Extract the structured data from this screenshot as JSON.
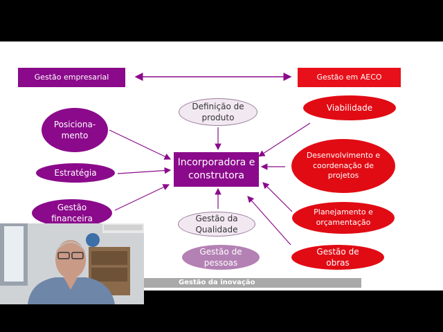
{
  "diagram": {
    "left_header": "Gestão empresarial",
    "right_header": "Gestão em AECO",
    "center": "Incorporadora e construtora",
    "top_node": "Definição de produto",
    "left_nodes": {
      "posicionamento": "Posiciona-mento",
      "estrategia": "Estratégia",
      "financeira": "Gestão financeira"
    },
    "right_nodes": {
      "viabilidade": "Viabilidade",
      "desenvolvimento": "Desenvolvimento e coordenação de projetos",
      "planejamento": "Planejamento e orçamentação",
      "obras": "Gestão de obras"
    },
    "bottom_nodes": {
      "qualidade": "Gestão da Qualidade",
      "pessoas": "Gestão de pessoas"
    },
    "footer_bar": "Gestão da inovação"
  },
  "colors": {
    "purple": "#8b0a8b",
    "red": "#e8101a"
  }
}
